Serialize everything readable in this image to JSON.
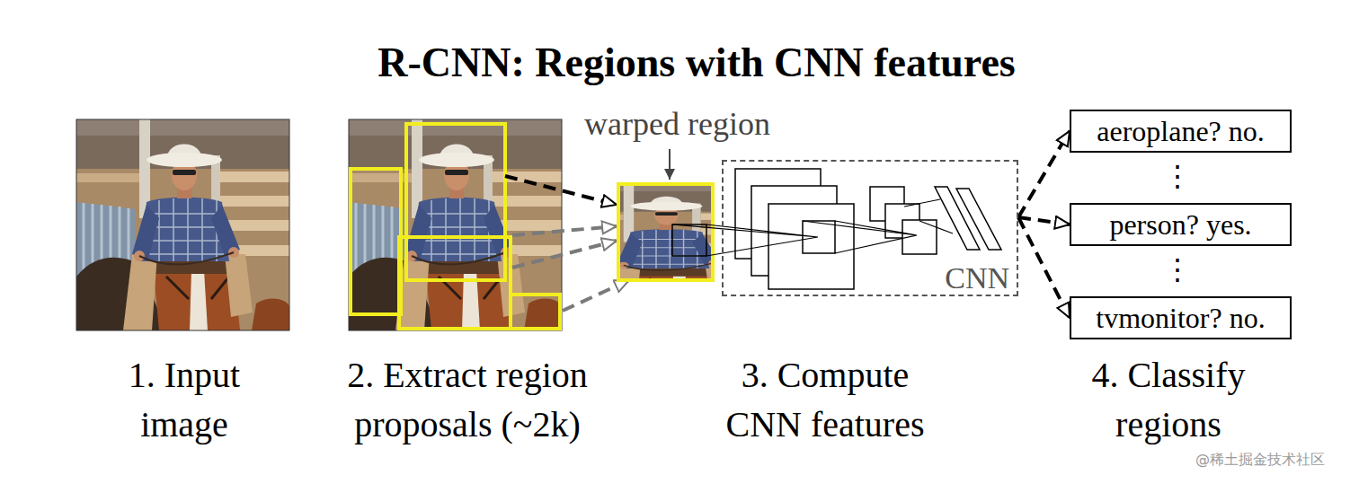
{
  "diagram": {
    "title": "R-CNN: Regions with CNN features",
    "nodes": [
      {
        "text": [
          "CNN"
        ]
      },
      {
        "text": [
          "aeroplane? no."
        ]
      },
      {
        "text": [
          "person? yes."
        ]
      },
      {
        "text": [
          "tvmonitor? no."
        ]
      }
    ],
    "edges": [
      {
        "from": 0,
        "to": 1,
        "arrow": "to"
      },
      {
        "from": 0,
        "to": 2,
        "arrow": "to"
      },
      {
        "from": 0,
        "to": 3,
        "arrow": "to"
      }
    ],
    "labels": [
      "warped region",
      "⋮",
      "⋮",
      "1. Input image",
      "2. Extract region proposals (~2k)",
      "3. Compute CNN features",
      "4. Classify regions",
      "@稀土掘金技术社区"
    ]
  }
}
